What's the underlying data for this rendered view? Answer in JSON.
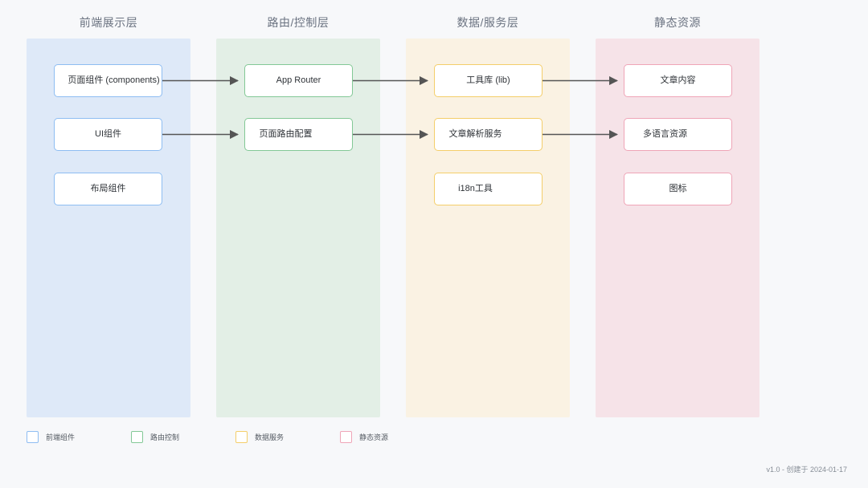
{
  "diagram": {
    "background_color": "#f7f8fa",
    "columns": [
      {
        "id": "frontend",
        "header": "前端展示层",
        "band_color": "#dee9f8",
        "border_color": "#8ebdf2",
        "nodes": [
          {
            "label": "页面组件 (components)"
          },
          {
            "label": "UI组件"
          },
          {
            "label": "布局组件"
          }
        ]
      },
      {
        "id": "routing",
        "header": "路由/控制层",
        "band_color": "#e3efe6",
        "border_color": "#83c896",
        "nodes": [
          {
            "label": "App Router"
          },
          {
            "label": "页面路由配置"
          }
        ]
      },
      {
        "id": "data-service",
        "header": "数据/服务层",
        "band_color": "#faf2e3",
        "border_color": "#f4ce6a",
        "nodes": [
          {
            "label": "工具库 (lib)"
          },
          {
            "label": "文章解析服务"
          },
          {
            "label": "i18n工具"
          }
        ]
      },
      {
        "id": "static-assets",
        "header": "静态资源",
        "band_color": "#f6e3e8",
        "border_color": "#efa5b7",
        "nodes": [
          {
            "label": "文章内容"
          },
          {
            "label": "多语言资源"
          },
          {
            "label": "图标"
          }
        ]
      }
    ],
    "connector_color": "#555555"
  },
  "legend": {
    "items": [
      {
        "label": "前端组件",
        "swatch": "blue",
        "color": "#8ebdf2"
      },
      {
        "label": "路由控制",
        "swatch": "green",
        "color": "#83c896"
      },
      {
        "label": "数据服务",
        "swatch": "amber",
        "color": "#f4ce6a"
      },
      {
        "label": "静态资源",
        "swatch": "pink",
        "color": "#efa5b7"
      }
    ]
  },
  "footer": {
    "text": "v1.0 - 创建于 2024-01-17"
  }
}
